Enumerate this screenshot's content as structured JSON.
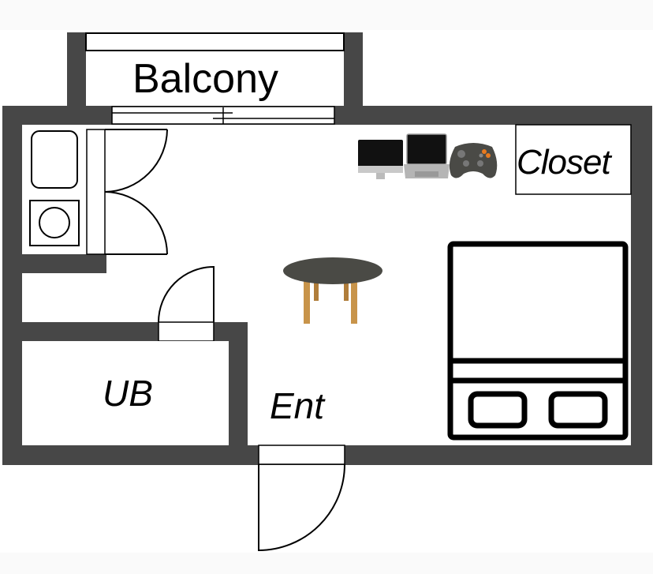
{
  "title": "Studio apartment floor plan",
  "colors": {
    "wall": "#474747",
    "floor": "#ffffff",
    "line": "#000000",
    "background": "#fafafa",
    "table_top": "#4a4a45",
    "table_legs": "#c8944a"
  },
  "rooms": {
    "balcony": "Balcony",
    "closet": "Closet",
    "unit_bath": "UB",
    "entrance": "Ent"
  },
  "furniture": {
    "devices": [
      {
        "name": "desktop-monitor",
        "icon": "🖥"
      },
      {
        "name": "laptop",
        "icon": "💻"
      },
      {
        "name": "game-controller",
        "icon": "🎮"
      }
    ],
    "table": "round coffee table",
    "bed": "bed with two pillows",
    "kitchen": [
      "sink",
      "stove burner"
    ]
  }
}
